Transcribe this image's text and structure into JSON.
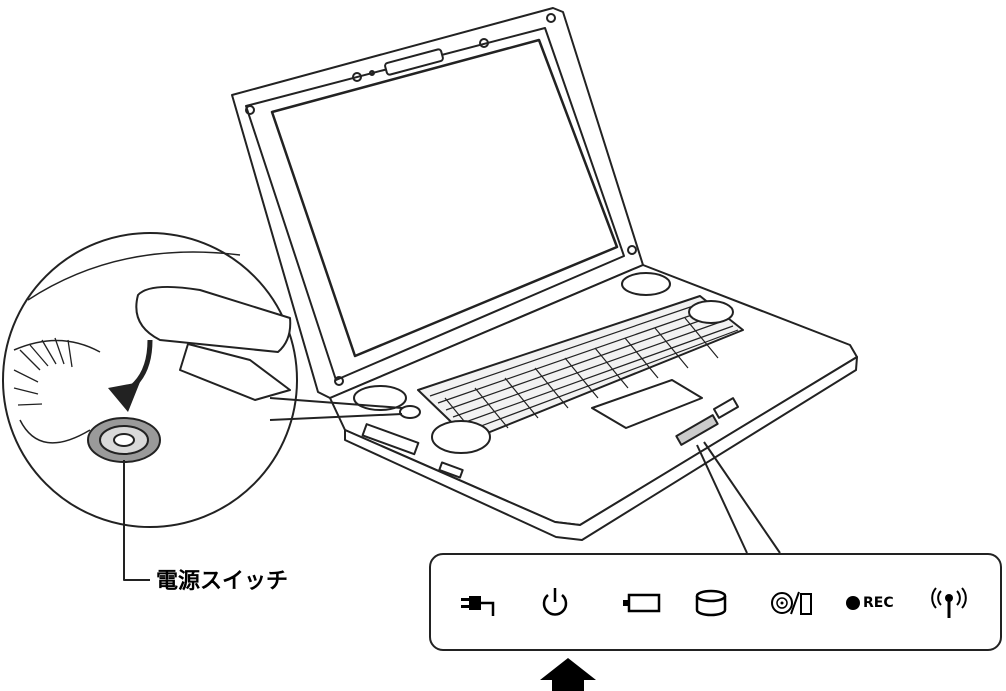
{
  "callout": {
    "label": "電源スイッチ"
  },
  "indicator_panel": {
    "indicators": [
      {
        "name": "dc-in",
        "icon": "dc-in-icon"
      },
      {
        "name": "power",
        "icon": "power-icon",
        "highlighted": true
      },
      {
        "name": "battery",
        "icon": "battery-icon"
      },
      {
        "name": "hard-disk",
        "icon": "hard-disk-icon"
      },
      {
        "name": "disc-bridge-media",
        "icon": "disc-bridge-media-icon"
      },
      {
        "name": "rec",
        "icon": "rec-dot-icon",
        "label": "REC"
      },
      {
        "name": "wireless",
        "icon": "wireless-icon"
      }
    ]
  },
  "colors": {
    "line": "#222222",
    "fill_light": "#ffffff",
    "shade": "#d9d9d9",
    "shade_dark": "#9a9a9a"
  }
}
